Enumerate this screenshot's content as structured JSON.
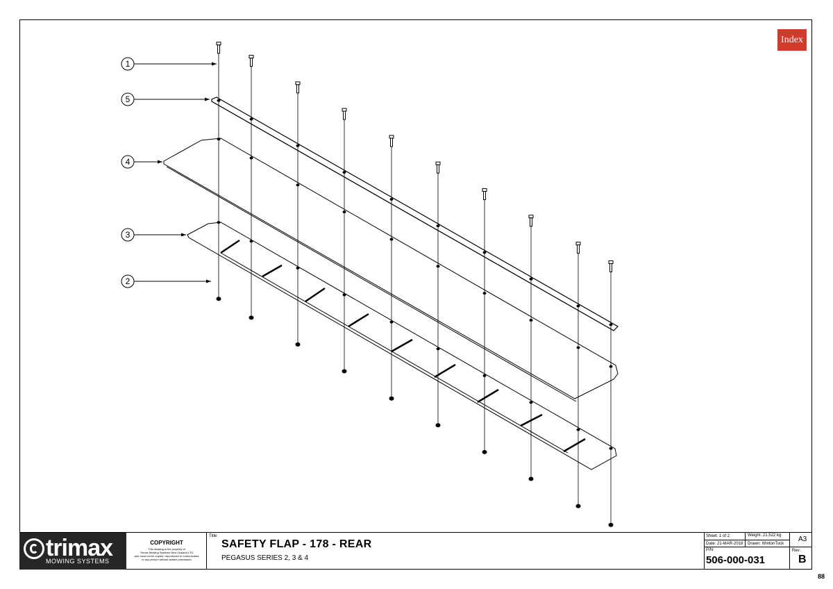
{
  "index_button": {
    "label": "Index",
    "color": "#d23a2c"
  },
  "callouts": [
    {
      "label": "1"
    },
    {
      "label": "5"
    },
    {
      "label": "4"
    },
    {
      "label": "3"
    },
    {
      "label": "2"
    }
  ],
  "title_block": {
    "logo": {
      "word": "trimax",
      "sub": "MOWING SYSTEMS"
    },
    "copyright": {
      "title": "COPYRIGHT",
      "lines": [
        "This drawing is the property of",
        "Trimax Mowing Systems New Zealand LTD",
        "and must not be copied, reproduced or comunicated",
        "to any person without written permission"
      ]
    },
    "title_label": "Title:",
    "title": "SAFETY FLAP - 178 - REAR",
    "subtitle": "PEGASUS SERIES 2, 3 & 4",
    "sheet": "Sheet: 1 of 2",
    "weight": "Weight: 21.522 kg",
    "date": "Date: 21-MAR-2018",
    "drawn": "Drawn: WintonTuck",
    "size": "A3",
    "pn_label": "P/N:",
    "part_number": "506-000-031",
    "rev_label": "Rev:",
    "rev": "B"
  },
  "page_number": "88"
}
